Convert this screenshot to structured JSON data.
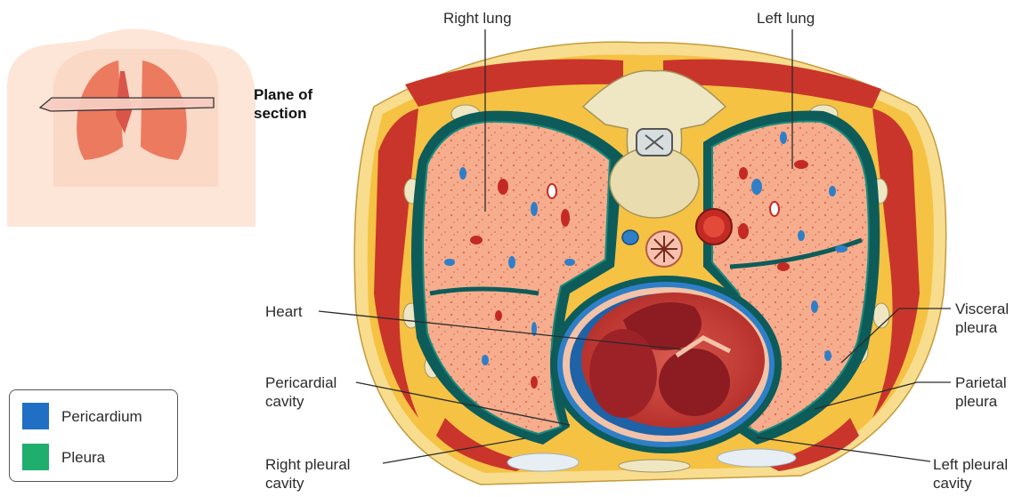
{
  "orientation": {
    "plane_label_line1": "Plane of",
    "plane_label_line2": "section"
  },
  "labels": {
    "right_lung": "Right lung",
    "left_lung": "Left lung",
    "heart": "Heart",
    "pericardial_cavity_1": "Pericardial",
    "pericardial_cavity_2": "cavity",
    "right_pleural_cavity_1": "Right pleural",
    "right_pleural_cavity_2": "cavity",
    "visceral_pleura_1": "Visceral",
    "visceral_pleura_2": "pleura",
    "parietal_pleura_1": "Parietal",
    "parietal_pleura_2": "pleura",
    "left_pleural_cavity_1": "Left pleural",
    "left_pleural_cavity_2": "cavity"
  },
  "legend": {
    "items": [
      {
        "label": "Pericardium",
        "color": "#1f6fc4"
      },
      {
        "label": "Pleura",
        "color": "#1fae6e"
      }
    ]
  },
  "colors": {
    "lung_tissue": "#f5a98a",
    "muscle": "#c9352b",
    "fat": "#f6c23f",
    "skin": "#f7d98a",
    "heart": "#a8232b",
    "pleura": "#0d5c5a",
    "pericardium": "#2f7fc8",
    "bone": "#efe6c4"
  }
}
